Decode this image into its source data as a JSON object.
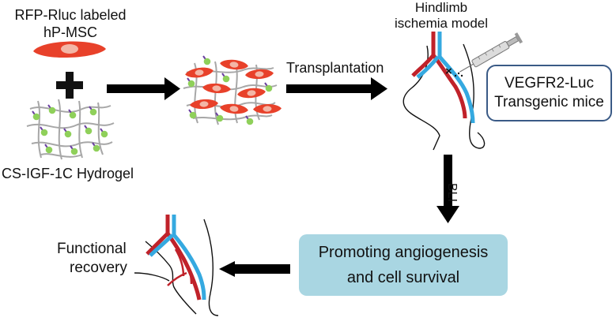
{
  "cells_label": {
    "line1": "RFP-Rluc labeled",
    "line2": "hP-MSC"
  },
  "hydrogel_label": "CS-IGF-1C Hydrogel",
  "transplantation_label": "Transplantation",
  "model_label": {
    "line1": "Hindlimb",
    "line2": "ischemia model"
  },
  "mice_box": {
    "line1": "VEGFR2-Luc",
    "line2": "Transgenic mice"
  },
  "bli_label": "BLI",
  "result_box": {
    "line1": "Promoting angiogenesis",
    "line2": "and cell survival"
  },
  "outcome_label": {
    "line1": "Functional",
    "line2": "recovery"
  },
  "colors": {
    "cell_red": "#e8412a",
    "nucleus": "#f3b6a6",
    "gel_green": "#8fd05a",
    "linker_purple": "#6a3fa0",
    "artery_red": "#c0222a",
    "vein_blue": "#35a9e0",
    "box_fill": "#a9d6e2",
    "box_border": "#3a5a86"
  }
}
